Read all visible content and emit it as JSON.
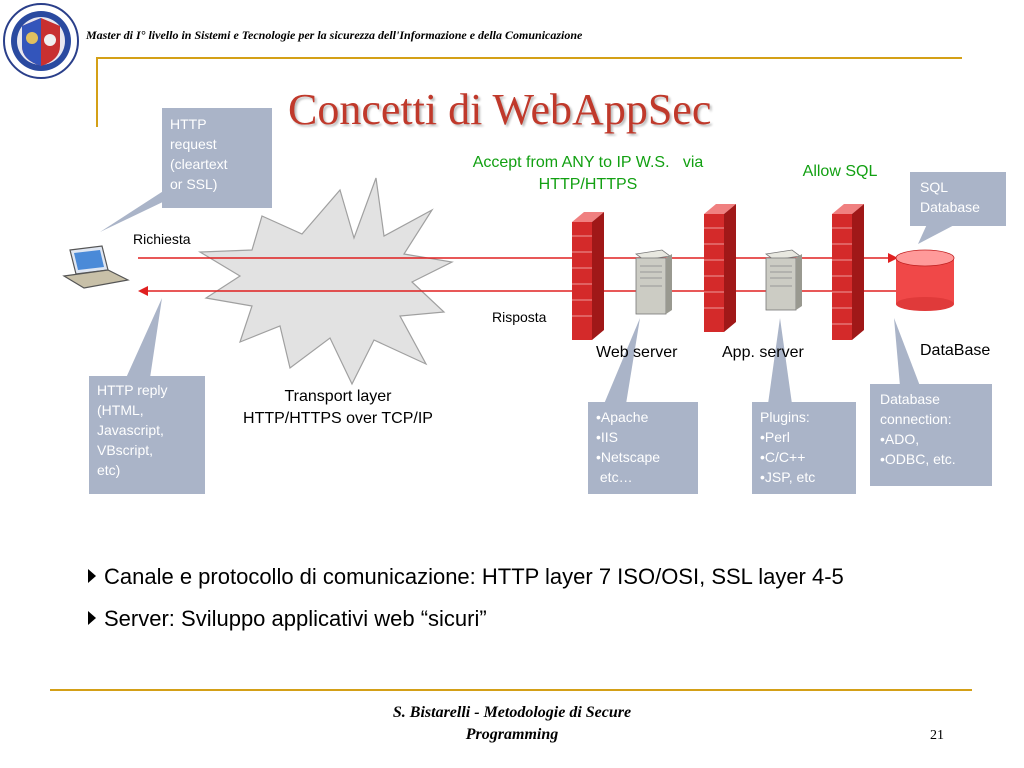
{
  "header": {
    "master_text": "Master di I° livello in Sistemi e Tecnologie per la sicurezza dell'Informazione e della Comunicazione",
    "title": "Concetti di WebAppSec"
  },
  "diagram": {
    "http_request": [
      "HTTP",
      "request",
      "(cleartext",
      "or SSL)"
    ],
    "richiesta": "Richiesta",
    "risposta": "Risposta",
    "accept_line1": "Accept from ANY to IP W.S.   via",
    "accept_line2": "HTTP/HTTPS",
    "allow_sql": "Allow SQL",
    "sql_database": [
      "SQL",
      "Database"
    ],
    "web_server": "Web server",
    "app_server": "App. server",
    "database": "DataBase",
    "transport_line1": "Transport layer",
    "transport_line2": "HTTP/HTTPS over TCP/IP",
    "http_reply": [
      "HTTP reply",
      "(HTML,",
      "Javascript,",
      "VBscript,",
      "etc)"
    ],
    "web_servers_list": [
      "•Apache",
      "•IIS",
      "•Netscape",
      " etc…"
    ],
    "plugins_list": [
      "Plugins:",
      "•Perl",
      "•C/C++",
      "•JSP, etc"
    ],
    "db_conn_list": [
      "Database",
      "connection:",
      "•ADO,",
      "•ODBC, etc."
    ]
  },
  "bullets": [
    "Canale e protocollo di comunicazione: HTTP layer 7 ISO/OSI, SSL layer 4-5",
    "Server: Sviluppo applicativi web “sicuri”"
  ],
  "footer": {
    "author_line1": "S. Bistarelli - Metodologie di Secure",
    "author_line2": "Programming",
    "page": "21"
  },
  "colors": {
    "title": "#c0392b",
    "accent_line": "#d4a017",
    "callout": "#aab4c8",
    "arrow": "#e02020",
    "firewall": "#d42a2a",
    "green": "#12a012"
  }
}
